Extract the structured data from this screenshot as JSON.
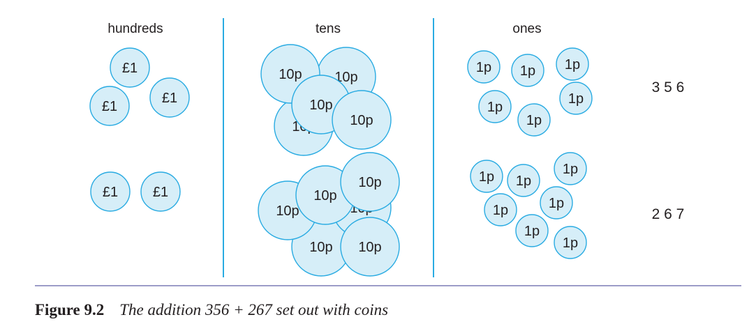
{
  "columns": {
    "hundreds": "hundreds",
    "tens": "tens",
    "ones": "ones"
  },
  "coin_labels": {
    "pound": "£1",
    "tenp": "10p",
    "onep": "1p"
  },
  "numbers": {
    "first": "3 5 6",
    "second": "2 6 7"
  },
  "caption": {
    "label": "Figure 9.2",
    "text": "The addition 356 + 267 set out with coins"
  }
}
